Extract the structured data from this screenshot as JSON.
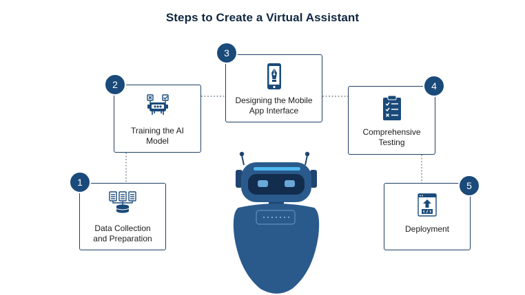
{
  "title": "Steps to Create a Virtual Assistant",
  "colors": {
    "navy": "#1a4a7a",
    "robot_body": "#2a5a8c",
    "robot_dark": "#1f4470",
    "accent": "#4fb8ee",
    "text": "#1b1b1b"
  },
  "steps": [
    {
      "number": "1",
      "line1": "Data Collection",
      "line2": "and Preparation",
      "icon": "database-servers-icon"
    },
    {
      "number": "2",
      "line1": "Training the AI",
      "line2": "Model",
      "icon": "robot-training-icon"
    },
    {
      "number": "3",
      "line1": "Designing the Mobile",
      "line2": "App Interface",
      "icon": "mobile-pen-icon"
    },
    {
      "number": "4",
      "line1": "Comprehensive",
      "line2": "Testing",
      "icon": "clipboard-checklist-icon"
    },
    {
      "number": "5",
      "line1": "Deployment",
      "line2": "",
      "icon": "upload-code-icon"
    }
  ]
}
